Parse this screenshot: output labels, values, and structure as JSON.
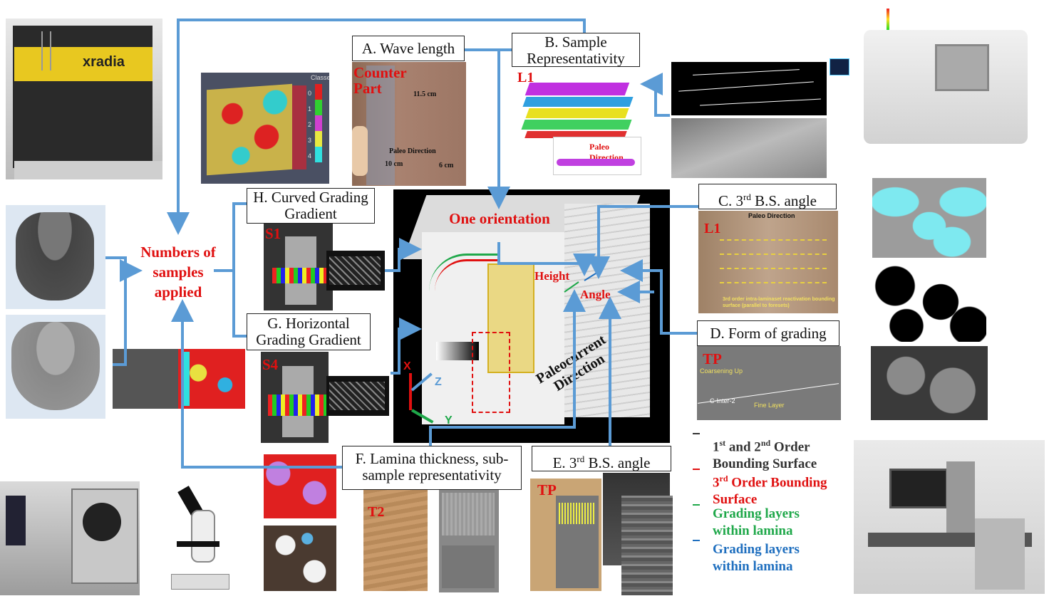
{
  "labels": {
    "a": "A. Wave length",
    "b": "B. Sample Representativity",
    "c": "C. 3rd B.S. angle",
    "c_sup": "rd",
    "d": "D. Form of grading",
    "e": "E. 3rd B.S. angle",
    "f": "F. Lamina thickness, sub-sample representativity",
    "g": "G. Horizontal Grading Gradient",
    "h": "H. Curved Grading Gradient"
  },
  "center": {
    "samples_title": "Numbers of samples applied",
    "one_orientation": "One orientation",
    "height": "Height",
    "angle": "Angle",
    "paleocurrent": "Paleocurrent Direction",
    "axis_x": "X",
    "axis_y": "Y",
    "axis_z": "Z"
  },
  "panels": {
    "counter_part": "Counter Part",
    "dim_11_5": "11.5 cm",
    "dim_10": "10 cm",
    "dim_6": "6 cm",
    "paleo_a": "Paleo Direction",
    "l1": "L1",
    "paleo_b": "Paleo Direction",
    "l1_c": "L1",
    "paleo_c": "Paleo Direction",
    "c_caption": "3rd order intra-laminaset reactivation bounding surface (parallel to foresets)",
    "tp_d": "TP",
    "coarsening": "Coarsening Up",
    "fine_layer": "Fine Layer",
    "c_intra": "C-Inter-2",
    "s1": "S1",
    "s4": "S4",
    "t2": "T2",
    "tp_e": "TP",
    "xradia": "xradia",
    "classes": "Classes",
    "class_vals": [
      "0",
      "1",
      "2",
      "3",
      "4"
    ]
  },
  "legend": [
    {
      "text": "1st and 2nd Order Bounding Surface",
      "color": "#333333"
    },
    {
      "text": "3rd Order Bounding Surface",
      "color": "#e01010"
    },
    {
      "text": "Grading layers within lamina",
      "color": "#1fa84a"
    },
    {
      "text": "Grading layers within lamina",
      "color": "#1f6fbf"
    }
  ],
  "colors": {
    "arrow": "#5b9bd5",
    "red": "#e01010",
    "green": "#1fa84a",
    "blue": "#1f6fbf"
  }
}
